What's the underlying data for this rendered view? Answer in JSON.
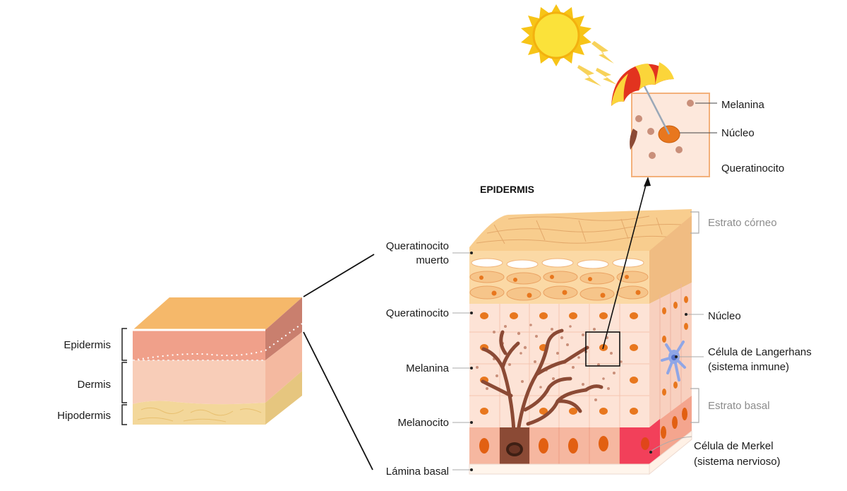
{
  "skin_block": {
    "labels": {
      "epidermis": "Epidermis",
      "dermis": "Dermis",
      "hipodermis": "Hipodermis"
    }
  },
  "epidermis_block": {
    "title": "EPIDERMIS",
    "left_labels": {
      "dead_keratinocyte_line1": "Queratinocito",
      "dead_keratinocyte_line2": "muerto",
      "keratinocyte": "Queratinocito",
      "melanin": "Melanina",
      "melanocyte": "Melanocito",
      "basal_lamina": "Lámina basal"
    },
    "right_labels": {
      "stratum_corneum": "Estrato córneo",
      "nucleus": "Núcleo",
      "langerhans_line1": "Célula de Langerhans",
      "langerhans_line2": "(sistema inmune)",
      "stratum_basale": "Estrato basal",
      "merkel_line1": "Célula de Merkel",
      "merkel_line2": "(sistema nervioso)"
    }
  },
  "zoom_cell": {
    "labels": {
      "melanin": "Melanina",
      "nucleus": "Núcleo",
      "keratinocyte": "Queratinocito"
    }
  },
  "colors": {
    "epidermis_top": "#f5b86a",
    "epidermis_layer": "#f0a08a",
    "dermis_layer": "#f8cdb8",
    "hypodermis_layer": "#f3d79a",
    "cell_fill": "#fde3d6",
    "cell_nucleus": "#e8771e",
    "melanocyte": "#8b4a35",
    "merkel": "#f2405a",
    "langerhans": "#8fa6e6",
    "sun": "#f7c417",
    "umbrella_red": "#e2331f",
    "umbrella_yellow": "#fbd53a",
    "gray_text": "#8c8c8c"
  },
  "icons": [
    "sun-icon",
    "umbrella-icon",
    "lightning-icon"
  ]
}
